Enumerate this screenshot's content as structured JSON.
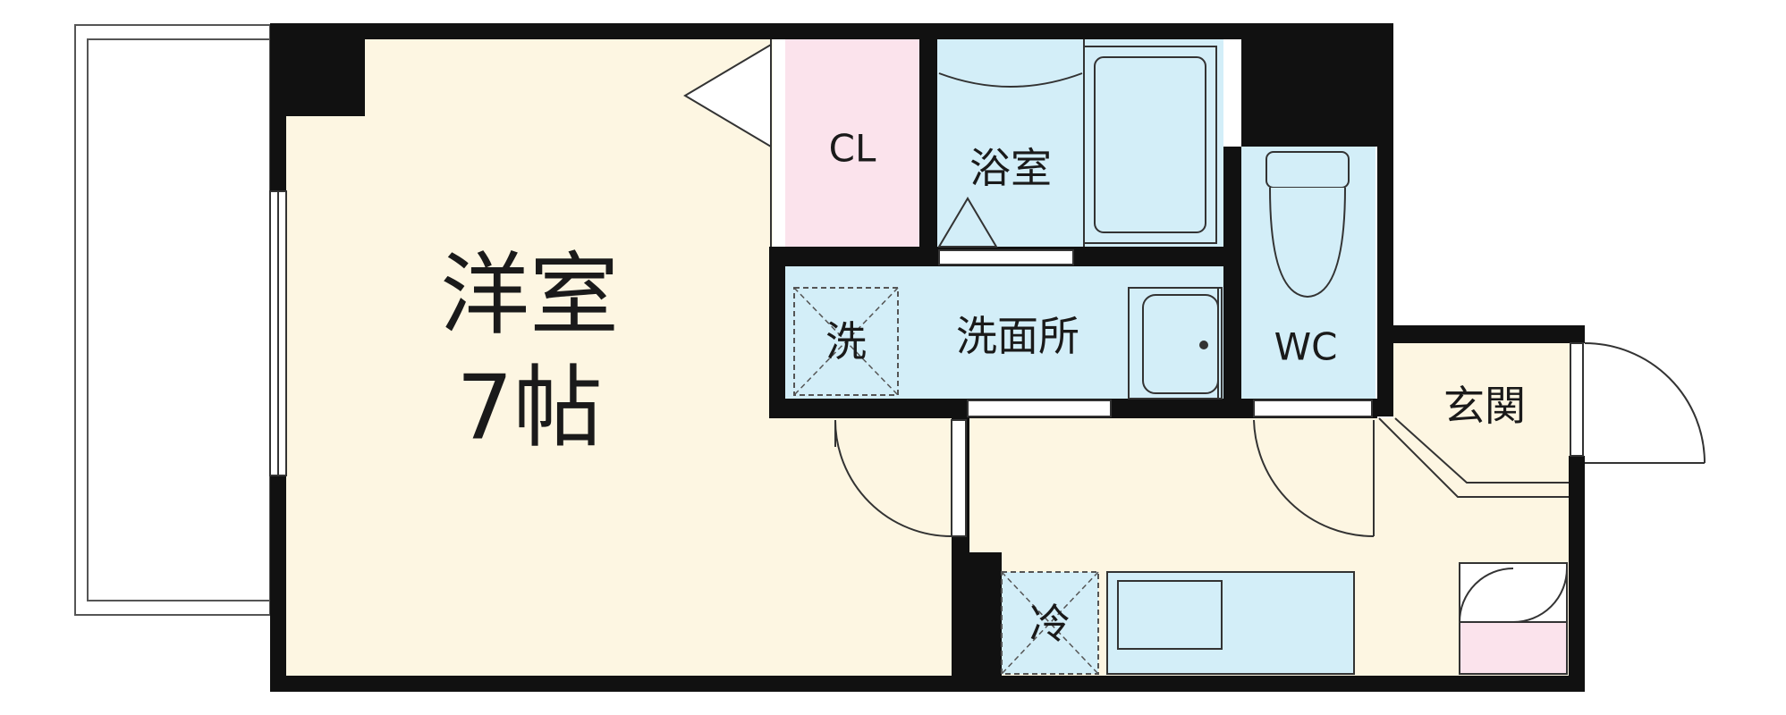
{
  "rooms": {
    "western_room": {
      "name": "洋室",
      "size": "7帖"
    },
    "closet": {
      "name": "CL"
    },
    "bathroom": {
      "name": "浴室"
    },
    "washroom": {
      "name": "洗面所"
    },
    "washer_space": {
      "name": "洗"
    },
    "toilet": {
      "name": "WC"
    },
    "entrance": {
      "name": "玄関"
    },
    "fridge_space": {
      "name": "冷"
    }
  },
  "colors": {
    "wall": "#111111",
    "room_floor": "#fdf6e2",
    "wet_area": "#d3eef8",
    "closet": "#fbe3ec",
    "line": "#333333",
    "balcony": "#ffffff"
  }
}
